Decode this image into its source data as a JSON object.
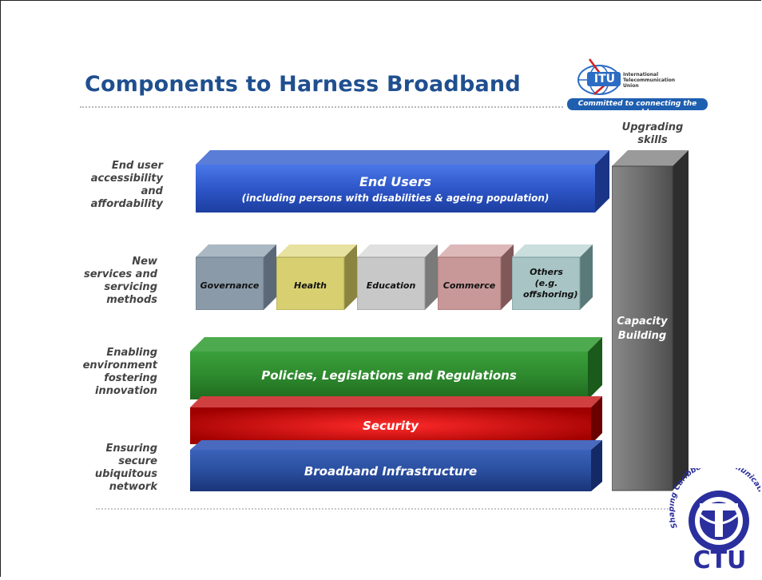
{
  "title": "Components to Harness Broadband",
  "itu_logo": {
    "mark": "ITU",
    "name_lines": [
      "International",
      "Telecommunication",
      "Union"
    ],
    "tagline": "Committed to connecting the world"
  },
  "side_labels": {
    "end_user": [
      "End user",
      "accessibility",
      "and",
      "affordability"
    ],
    "new_services": [
      "New",
      "services and",
      "servicing",
      "methods"
    ],
    "enabling": [
      "Enabling",
      "environment",
      "fostering",
      "innovation"
    ],
    "ensuring": [
      "Ensuring",
      "secure",
      "ubiquitous",
      "network"
    ]
  },
  "layers": {
    "end_users_title": "End Users",
    "end_users_sub": "(including persons with disabilities & ageing population)",
    "policies": "Policies, Legislations and Regulations",
    "security": "Security",
    "infrastructure": "Broadband Infrastructure"
  },
  "services": [
    {
      "label": "Governance",
      "color": "#8a9aa8"
    },
    {
      "label": "Health",
      "color": "#d8d070"
    },
    {
      "label": "Education",
      "color": "#c8c8c8"
    },
    {
      "label": "Commerce",
      "color": "#c89898"
    },
    {
      "label": "Others (e.g. offshoring)",
      "color": "#a8c4c4"
    }
  ],
  "capacity": {
    "header_line1": "Upgrading",
    "header_line2": "skills",
    "pillar_line1": "Capacity",
    "pillar_line2": "Building"
  },
  "ctu_logo": {
    "arc_text": "Shaping Caribbean Communications",
    "mark": "CTU"
  },
  "colors": {
    "title": "#1f4f8f",
    "end_users": "#2e56c8",
    "policies": "#2e8a2e",
    "security": "#c40000",
    "infrastructure": "#2a4fa0",
    "pillar": "#6e6e6e",
    "ctu_blue": "#2b2f9e"
  }
}
